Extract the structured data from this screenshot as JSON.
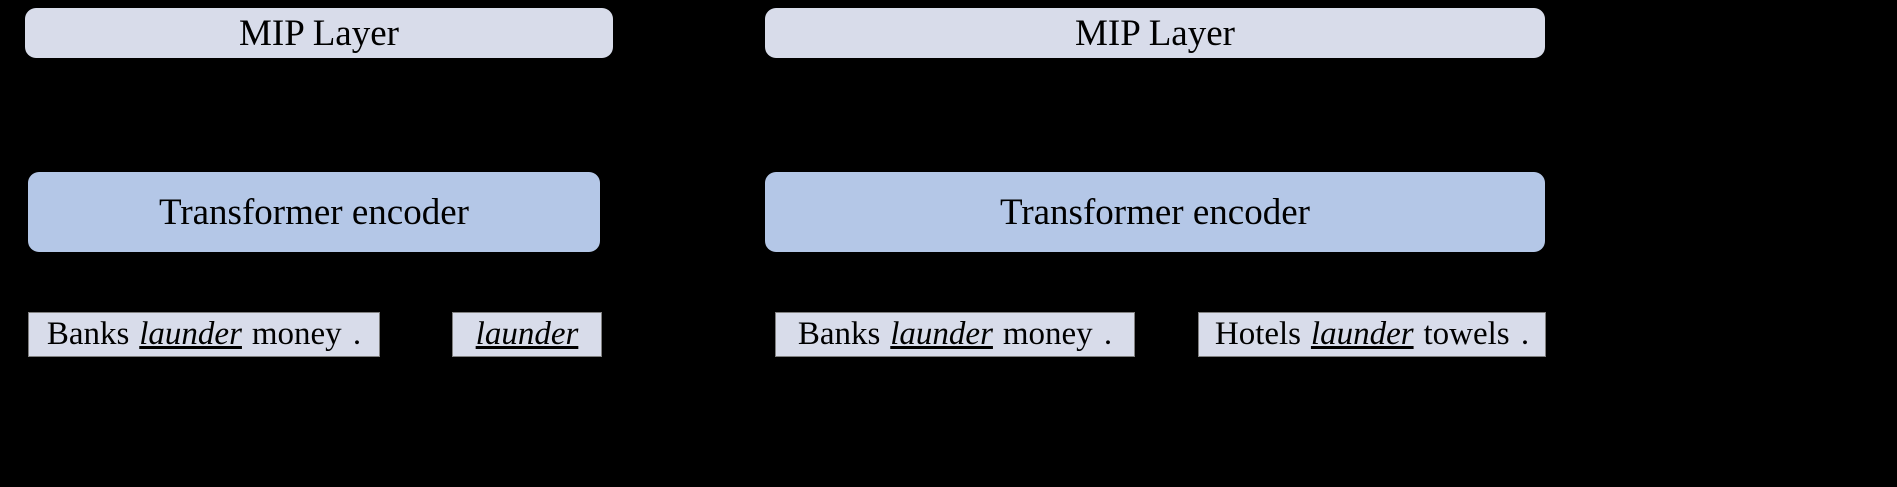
{
  "figure": {
    "background_color": "#000000",
    "panel_count": 2,
    "colors": {
      "mip_layer_fill": "#d8dcea",
      "encoder_fill": "#b4c7e7",
      "token_fill": "#d8dcea",
      "token_border": "#808080",
      "text": "#000000"
    }
  },
  "panels": [
    {
      "id": "left",
      "mip_layer": {
        "label": "MIP Layer"
      },
      "encoder": {
        "label": "Transformer encoder"
      },
      "inputs": [
        {
          "id": "left-sentence",
          "tokens": [
            {
              "text": "Banks",
              "highlight": false,
              "punct": false
            },
            {
              "text": "launder",
              "highlight": true,
              "punct": false
            },
            {
              "text": "money",
              "highlight": false,
              "punct": false
            },
            {
              "text": ".",
              "highlight": false,
              "punct": true
            }
          ]
        },
        {
          "id": "left-word",
          "tokens": [
            {
              "text": "launder",
              "highlight": true,
              "punct": false
            }
          ]
        }
      ]
    },
    {
      "id": "right",
      "mip_layer": {
        "label": "MIP Layer"
      },
      "encoder": {
        "label": "Transformer encoder"
      },
      "inputs": [
        {
          "id": "right-sentence-1",
          "tokens": [
            {
              "text": "Banks",
              "highlight": false,
              "punct": false
            },
            {
              "text": "launder",
              "highlight": true,
              "punct": false
            },
            {
              "text": "money",
              "highlight": false,
              "punct": false
            },
            {
              "text": ".",
              "highlight": false,
              "punct": true
            }
          ]
        },
        {
          "id": "right-sentence-2",
          "tokens": [
            {
              "text": "Hotels",
              "highlight": false,
              "punct": false
            },
            {
              "text": "launder",
              "highlight": true,
              "punct": false
            },
            {
              "text": "towels",
              "highlight": false,
              "punct": false
            },
            {
              "text": ".",
              "highlight": false,
              "punct": true
            }
          ]
        }
      ]
    }
  ]
}
